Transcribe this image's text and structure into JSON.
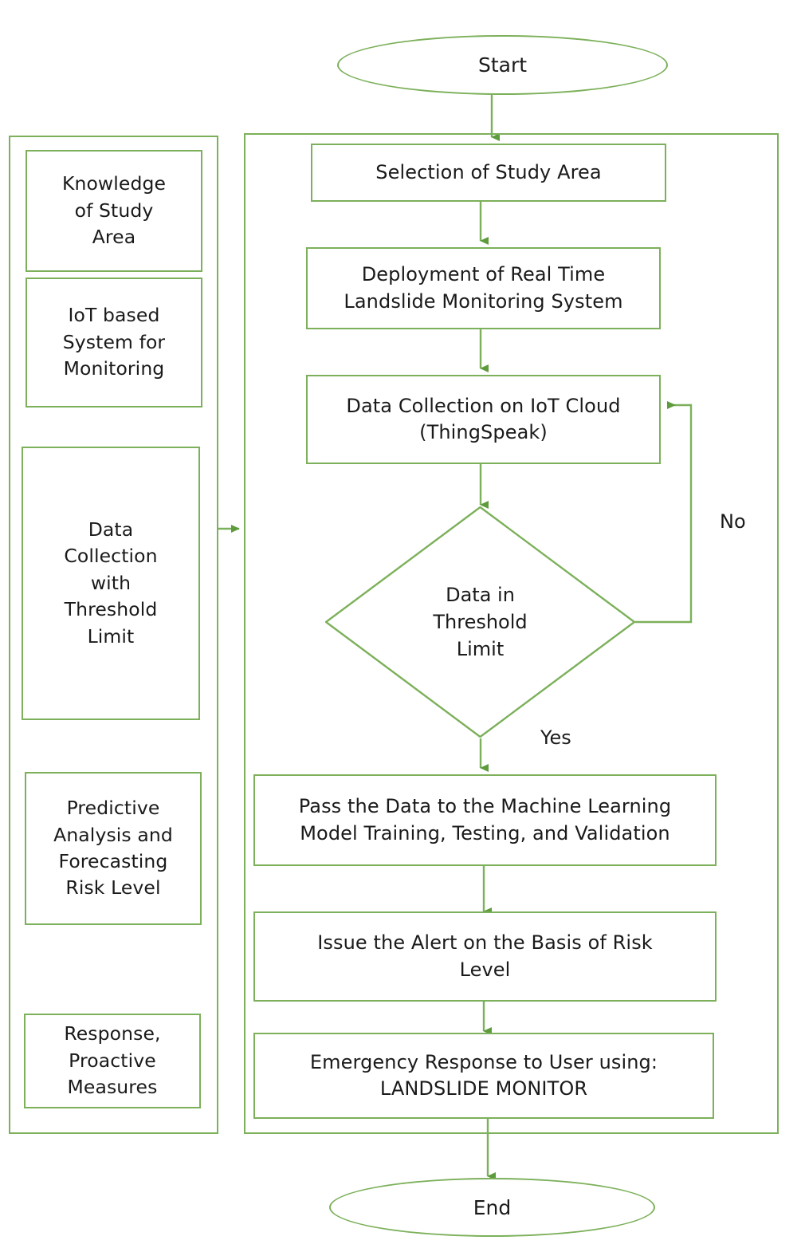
{
  "diagram": {
    "title": "Real Time Landslide Monitoring System Methodology Flowchart",
    "accent_color": "#7cb05a",
    "text_color": "#1a1a1a",
    "background_color": "#ffffff",
    "type": "flowchart"
  },
  "terminators": {
    "start": "Start",
    "end": "End"
  },
  "side_panel": {
    "items": [
      {
        "label": "Knowledge\nof Study\nArea"
      },
      {
        "label": "IoT based\nSystem for\nMonitoring"
      },
      {
        "label": "Data\nCollection\nwith\nThreshold\nLimit"
      },
      {
        "label": "Predictive\nAnalysis and\nForecasting\nRisk Level"
      },
      {
        "label": "Response,\nProactive\nMeasures"
      }
    ]
  },
  "main_flow": {
    "steps": [
      {
        "id": "selection",
        "label": "Selection of Study Area",
        "shape": "process"
      },
      {
        "id": "deployment",
        "label": "Deployment of Real Time\nLandslide Monitoring System",
        "shape": "process"
      },
      {
        "id": "collection",
        "label": "Data Collection on IoT Cloud\n(ThingSpeak)",
        "shape": "process"
      },
      {
        "id": "decision",
        "label": "Data in\nThreshold\nLimit",
        "shape": "decision"
      },
      {
        "id": "ml",
        "label": "Pass the Data to the Machine Learning\nModel Training, Testing, and Validation",
        "shape": "process"
      },
      {
        "id": "alert",
        "label": "Issue the Alert on the Basis of Risk\nLevel",
        "shape": "process"
      },
      {
        "id": "response",
        "label": "Emergency Response to User using:\nLANDSLIDE MONITOR",
        "shape": "process"
      }
    ]
  },
  "edge_labels": {
    "no": "No",
    "yes": "Yes"
  }
}
